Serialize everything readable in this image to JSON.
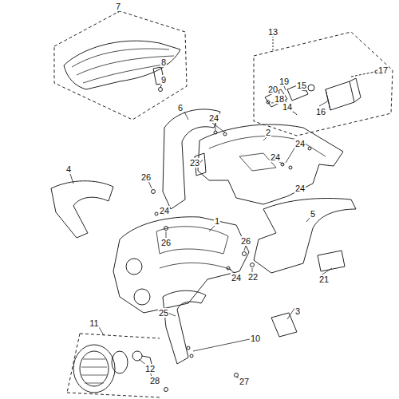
{
  "diagram": {
    "labels": [
      "7",
      "13",
      "17",
      "8",
      "19",
      "15",
      "20",
      "9",
      "18",
      "14",
      "16",
      "6",
      "24",
      "2",
      "24",
      "24",
      "23",
      "26",
      "4",
      "24",
      "24",
      "1",
      "5",
      "26",
      "26",
      "24",
      "22",
      "21",
      "3",
      "25",
      "10",
      "11",
      "12",
      "28",
      "27"
    ]
  }
}
